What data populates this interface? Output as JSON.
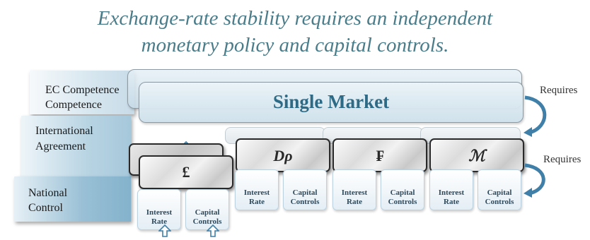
{
  "title": {
    "line1": "Exchange-rate stability requires an independent",
    "line2": "monetary policy and capital controls."
  },
  "levels": {
    "ec_line1": "EC Competence",
    "ec_line2": "Competence",
    "international_line1": "International",
    "international_line2": "Agreement",
    "national_line1": "National",
    "national_line2": "Control"
  },
  "single_market": {
    "label": "Single Market"
  },
  "currencies": {
    "uk": "£",
    "dp": "Dρ",
    "f": "₣",
    "m": "ℳ"
  },
  "box_labels": {
    "interest_rate_1": "Interest",
    "interest_rate_2": "Rate",
    "capital_controls_1": "Capital",
    "capital_controls_2": "Controls"
  },
  "requires": {
    "top": "Requires",
    "bottom": "Requires"
  },
  "colors": {
    "title": "#4a7c8a",
    "single_market": "#2d6a86",
    "arrow": "#3f7fa8"
  }
}
